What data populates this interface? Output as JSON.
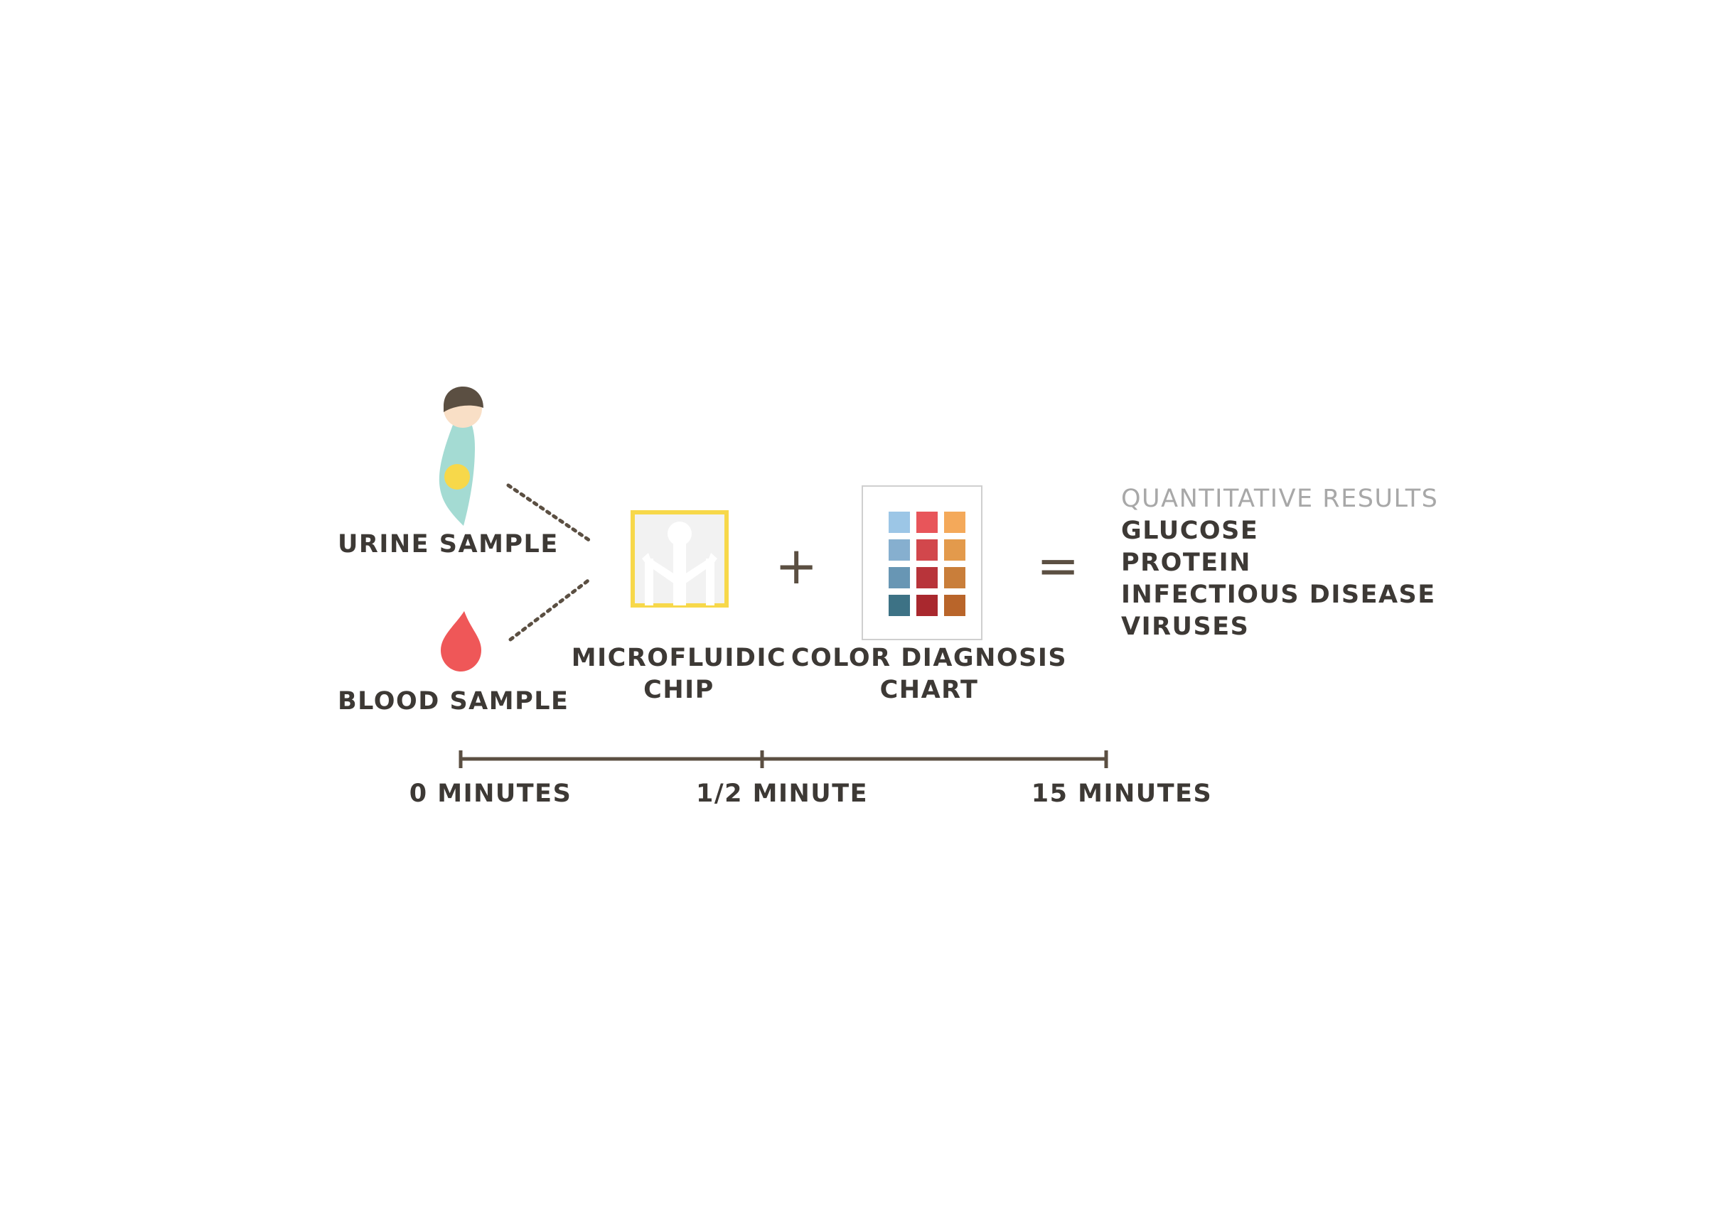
{
  "samples": {
    "urine_label": "URINE SAMPLE",
    "blood_label": "BLOOD SAMPLE"
  },
  "chip": {
    "label_line1": "MICROFLUIDIC",
    "label_line2": "CHIP"
  },
  "plus": "+",
  "chart": {
    "label_line1": "COLOR DIAGNOSIS",
    "label_line2": "CHART",
    "swatches": [
      [
        "#9cc6e6",
        "#e8555a",
        "#f4a95a"
      ],
      [
        "#86afcf",
        "#d2474c",
        "#e39a4c"
      ],
      [
        "#6896b4",
        "#b8343a",
        "#c97e3a"
      ],
      [
        "#3d7285",
        "#a9282e",
        "#b9652a"
      ]
    ]
  },
  "equals": "=",
  "results": {
    "heading": "QUANTITATIVE RESULTS",
    "items": [
      "GLUCOSE",
      "PROTEIN",
      "INFECTIOUS DISEASE",
      "VIRUSES"
    ]
  },
  "timeline": {
    "labels": [
      "0 MINUTES",
      "1/2 MINUTE",
      "15 MINUTES"
    ]
  },
  "colors": {
    "ink": "#3d3935",
    "line": "#5b4f42",
    "chip_border": "#f7d84a",
    "chip_fill": "#f2f2f2",
    "body_teal": "#a4dbd3",
    "hair": "#5b4f42",
    "skin": "#f9dfc6",
    "urine_yellow": "#f7d84a",
    "blood_red": "#ef5758",
    "muted": "#a8a8a8"
  }
}
